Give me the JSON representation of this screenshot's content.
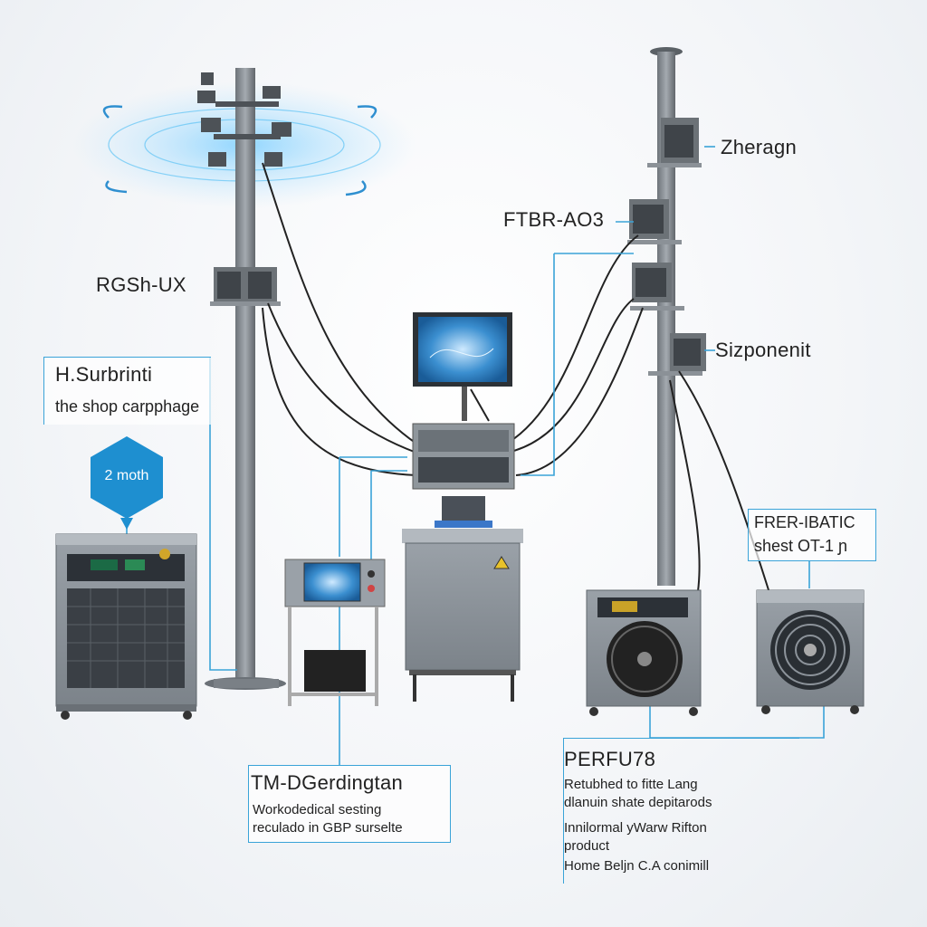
{
  "labels": {
    "zheragn": "Zheragn",
    "ftbr": "FTBR-AO3",
    "rgsh": "RGSh-UX",
    "sizponenit": "Sizponenit",
    "frer_line1": "FRER-IBATIC",
    "frer_line2": "shest OT-1 ɲ",
    "hex_badge": "2 moth"
  },
  "left_box": {
    "title": "H.Surbrinti",
    "subtitle": "the shop carpphage"
  },
  "bottom_box": {
    "title": "TM-DGerdingtan",
    "line1": "Workodedical sesting",
    "line2": "reculado in GBP surselte"
  },
  "right_text": {
    "title": "PERFU78",
    "line1": "Retubhed to fitte Lang",
    "line2": "dlanuin shate depitarods",
    "line3": "Innilormal yWarw Rifton",
    "line4": "product",
    "line5": "Home Beljn C.A conimill"
  },
  "colors": {
    "accent": "#3aa3d8",
    "hex_badge": "#1e8fd0",
    "metal": "#8a9096",
    "screen": "#1f6fb0"
  }
}
